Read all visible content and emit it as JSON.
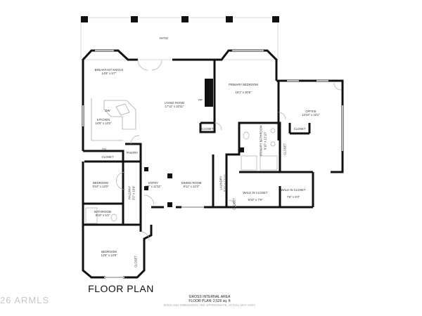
{
  "floor_plan": {
    "title": "FLOOR PLAN",
    "gross_area_label": "GROSS INTERNAL AREA",
    "area_line": "FLOOR PLAN: 2,526 sq. ft",
    "disclaimer": "SIZES AND DIMENSIONS ARE APPROXIMATE, ACTUAL MAY VARY.",
    "watermark": "26 ARMLS",
    "rooms": [
      {
        "name": "PATIO",
        "dims": ""
      },
      {
        "name": "BREAKFAST KNOCK",
        "dims": "14'6\" x 9'7\""
      },
      {
        "name": "LIVING ROOM",
        "dims": "17'11\" x 23'11\""
      },
      {
        "name": "KITCHEN",
        "dims": "14'6\" x 13'2\""
      },
      {
        "name": "PRIMARY BEDROOM",
        "dims": "16'1\" x 20'8\""
      },
      {
        "name": "OFFICE",
        "dims": "14'10\" x 22'1\""
      },
      {
        "name": "PRIMARY BATHROOM",
        "dims": "9'10\" x 12'10\""
      },
      {
        "name": "ENTRY",
        "dims": "6'8\" x 12'11\""
      },
      {
        "name": "DINING ROOM",
        "dims": "9'11\" x 12'3\""
      },
      {
        "name": "LAUNDRY",
        "dims": "5'11\" x 12'11\""
      },
      {
        "name": "WALK IN CLOSET",
        "dims": "9'10\" x 7'9\""
      },
      {
        "name": "WALK IN CLOSET",
        "dims": "7'6\" x 9'3\""
      },
      {
        "name": "BEDROOM",
        "dims": "9'10\" x 13'0\""
      },
      {
        "name": "HALLWAY",
        "dims": "3'2\" x 16'9\""
      },
      {
        "name": "BATHROOM",
        "dims": "9'10\" x 5'2\""
      },
      {
        "name": "BEDROOM",
        "dims": "14'6\" x 13'9\""
      }
    ],
    "fixtures": {
      "dw": "DW",
      "ov": "OV",
      "fp": "FP",
      "pantry": "PANTRY",
      "closet": "CLOSET"
    }
  }
}
